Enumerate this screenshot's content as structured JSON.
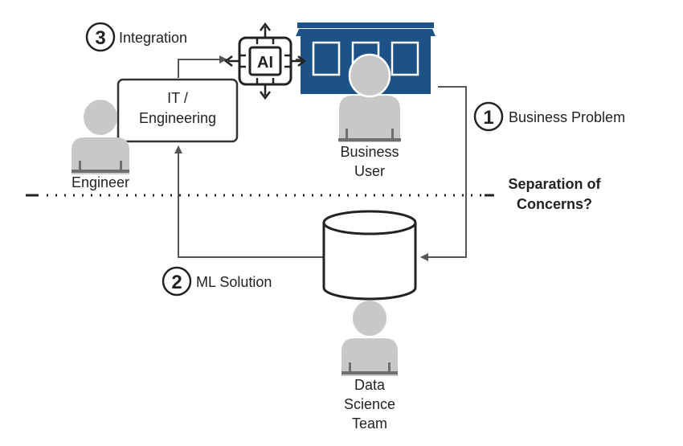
{
  "steps": [
    {
      "number": "1",
      "label": "Business Problem"
    },
    {
      "number": "2",
      "label": "ML Solution"
    },
    {
      "number": "3",
      "label": "Integration"
    }
  ],
  "it_box": {
    "line1": "IT /",
    "line2": "Engineering"
  },
  "ai_chip": {
    "text": "AI"
  },
  "actors": {
    "engineer": "Engineer",
    "business_user": {
      "line1": "Business",
      "line2": "User"
    },
    "data_science": {
      "line1": "Data",
      "line2": "Science",
      "line3": "Team"
    }
  },
  "separation": {
    "line1": "Separation of",
    "line2": "Concerns?"
  },
  "colors": {
    "building": "#1d5287",
    "person": "#c8c8c8",
    "person_stripe": "#6f6f6f",
    "line": "#555555",
    "dark": "#222222"
  }
}
